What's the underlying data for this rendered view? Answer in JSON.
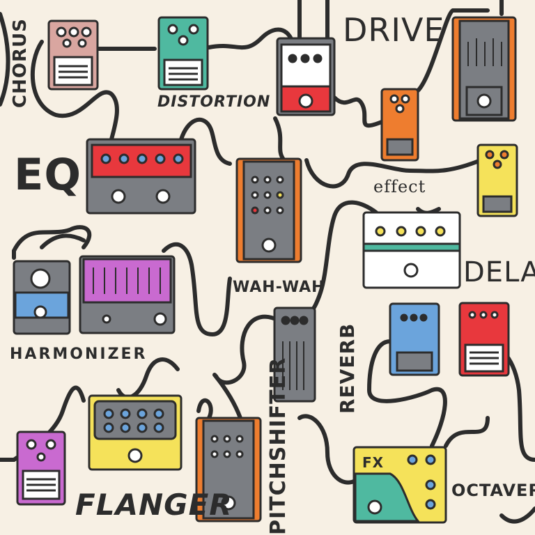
{
  "labels": {
    "chorus": "CHORUS",
    "distortion": "DISTORTION",
    "drive": "DRIVE",
    "eq": "EQ",
    "effect": "effect",
    "delay": "DELAY",
    "wah_wah": "WAH-WAH",
    "harmonizer": "HARMONIZER",
    "reverb": "REVERB",
    "fx": "FX",
    "flanger": "FLANGER",
    "pitchshifter": "PITCHSHIFTER",
    "octaver": "OCTAVER"
  },
  "colors": {
    "background": "#f7f0e4",
    "outline": "#2c2c2c",
    "red": "#e8383d",
    "teal": "#4fb9a0",
    "orange": "#ee7d2f",
    "yellow": "#f5e25a",
    "blue": "#6ba4dc",
    "purple": "#c96ad0",
    "pink": "#d9a6a0",
    "gray": "#7b7e83",
    "white": "#ffffff"
  }
}
